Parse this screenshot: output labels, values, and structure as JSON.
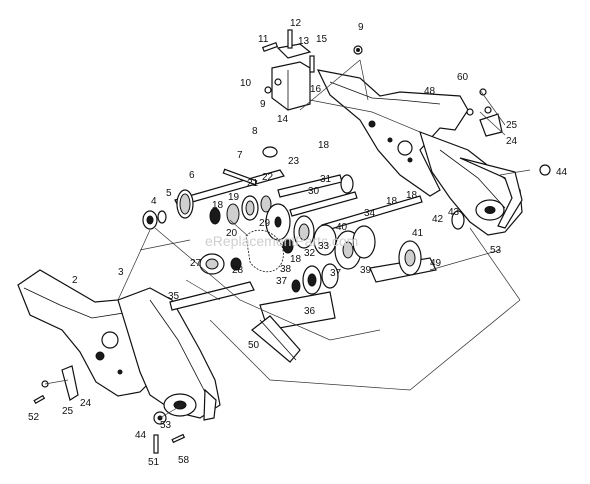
{
  "diagram": {
    "watermark": "eReplacementParts.com",
    "callouts": [
      {
        "id": "c2",
        "text": "2"
      },
      {
        "id": "c3",
        "text": "3"
      },
      {
        "id": "c4",
        "text": "4"
      },
      {
        "id": "c5",
        "text": "5"
      },
      {
        "id": "c6",
        "text": "6"
      },
      {
        "id": "c7",
        "text": "7"
      },
      {
        "id": "c8",
        "text": "8"
      },
      {
        "id": "c9a",
        "text": "9"
      },
      {
        "id": "c9b",
        "text": "9"
      },
      {
        "id": "c10",
        "text": "10"
      },
      {
        "id": "c11",
        "text": "11"
      },
      {
        "id": "c12",
        "text": "12"
      },
      {
        "id": "c13",
        "text": "13"
      },
      {
        "id": "c14",
        "text": "14"
      },
      {
        "id": "c15",
        "text": "15"
      },
      {
        "id": "c16",
        "text": "16"
      },
      {
        "id": "c18a",
        "text": "18"
      },
      {
        "id": "c18b",
        "text": "18"
      },
      {
        "id": "c18c",
        "text": "18"
      },
      {
        "id": "c18d",
        "text": "18"
      },
      {
        "id": "c18e",
        "text": "18"
      },
      {
        "id": "c19",
        "text": "19"
      },
      {
        "id": "c20",
        "text": "20"
      },
      {
        "id": "c21",
        "text": "21"
      },
      {
        "id": "c22",
        "text": "22"
      },
      {
        "id": "c23",
        "text": "23"
      },
      {
        "id": "c24a",
        "text": "24"
      },
      {
        "id": "c24b",
        "text": "24"
      },
      {
        "id": "c25a",
        "text": "25"
      },
      {
        "id": "c25b",
        "text": "25"
      },
      {
        "id": "c27",
        "text": "27"
      },
      {
        "id": "c28",
        "text": "28"
      },
      {
        "id": "c29",
        "text": "29"
      },
      {
        "id": "c30",
        "text": "30"
      },
      {
        "id": "c31",
        "text": "31"
      },
      {
        "id": "c32",
        "text": "32"
      },
      {
        "id": "c33",
        "text": "33"
      },
      {
        "id": "c34",
        "text": "34"
      },
      {
        "id": "c35",
        "text": "35"
      },
      {
        "id": "c36",
        "text": "36"
      },
      {
        "id": "c37a",
        "text": "37"
      },
      {
        "id": "c37b",
        "text": "37"
      },
      {
        "id": "c38",
        "text": "38"
      },
      {
        "id": "c39",
        "text": "39"
      },
      {
        "id": "c40",
        "text": "40"
      },
      {
        "id": "c41",
        "text": "41"
      },
      {
        "id": "c42",
        "text": "42"
      },
      {
        "id": "c43",
        "text": "43"
      },
      {
        "id": "c44a",
        "text": "44"
      },
      {
        "id": "c44b",
        "text": "44"
      },
      {
        "id": "c48",
        "text": "48"
      },
      {
        "id": "c49",
        "text": "49"
      },
      {
        "id": "c50",
        "text": "50"
      },
      {
        "id": "c51",
        "text": "51"
      },
      {
        "id": "c52",
        "text": "52"
      },
      {
        "id": "c53a",
        "text": "53"
      },
      {
        "id": "c53b",
        "text": "53"
      },
      {
        "id": "c58",
        "text": "58"
      },
      {
        "id": "c60",
        "text": "60"
      }
    ]
  }
}
